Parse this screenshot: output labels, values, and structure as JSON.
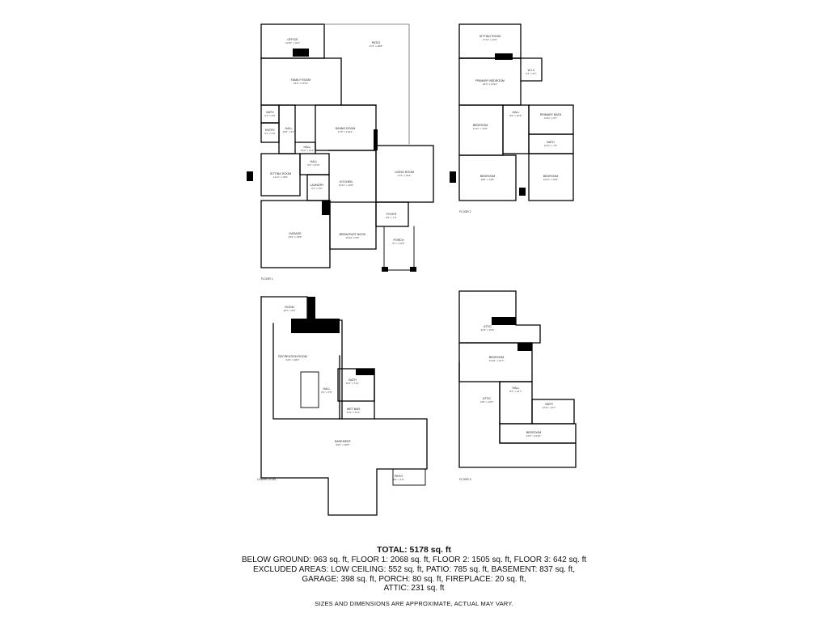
{
  "floors": {
    "floor1": {
      "label": "FLOOR 1",
      "rooms": [
        {
          "id": "office",
          "name": "OFFICE",
          "dims": "11'10\" x 10'1\""
        },
        {
          "id": "patio",
          "name": "PATIO",
          "dims": "27'2\" x 38'8\""
        },
        {
          "id": "family",
          "name": "FAMILY ROOM",
          "dims": "24'3\" x 13'11\""
        },
        {
          "id": "bath1",
          "name": "BATH",
          "dims": "6'1\" x 5'6\""
        },
        {
          "id": "entry",
          "name": "ENTRY",
          "dims": "5'1\" x 5'3\""
        },
        {
          "id": "hall1a",
          "name": "HALL",
          "dims": "10'6\" x 3'7\""
        },
        {
          "id": "dining",
          "name": "DINING ROOM",
          "dims": "17'6\" x 13'11\""
        },
        {
          "id": "hall1b",
          "name": "HALL",
          "dims": "3'10\" x 2'11\""
        },
        {
          "id": "hall1c",
          "name": "HALL",
          "dims": "6'3\" x 6'10\""
        },
        {
          "id": "sitting1",
          "name": "SITTING ROOM",
          "dims": "11'11\" x 16'6\""
        },
        {
          "id": "laundry",
          "name": "LAUNDRY",
          "dims": "6'1\" x 9'2\""
        },
        {
          "id": "kitchen",
          "name": "KITCHEN",
          "dims": "14'11\" x 18'6\""
        },
        {
          "id": "living",
          "name": "LIVING ROOM",
          "dims": "17'4\" x 16'4\""
        },
        {
          "id": "foyer",
          "name": "FOYER",
          "dims": "8'4\" x 7'3\""
        },
        {
          "id": "garage",
          "name": "GARAGE",
          "dims": "24'2\" x 19'8\""
        },
        {
          "id": "breakfast",
          "name": "BREAKFAST NOOK",
          "dims": "15'10\" x 9'6\""
        },
        {
          "id": "porch",
          "name": "PORCH",
          "dims": "9'7\" x 10'0\""
        }
      ]
    },
    "floor2": {
      "label": "FLOOR 2",
      "rooms": [
        {
          "id": "sitting2",
          "name": "SITTING ROOM",
          "dims": "17'11\" x 10'2\""
        },
        {
          "id": "wic",
          "name": "W.I.C",
          "dims": "5'4\" x 8'7\""
        },
        {
          "id": "primary",
          "name": "PRIMARY BEDROOM",
          "dims": "24'3\" x 13'11\""
        },
        {
          "id": "bed2a",
          "name": "BEDROOM",
          "dims": "11'11\" x 14'6\""
        },
        {
          "id": "hall2",
          "name": "HALL",
          "dims": "8'6\" x 10'5\""
        },
        {
          "id": "pbath",
          "name": "PRIMARY BATH",
          "dims": "12'11\" x 8'7\""
        },
        {
          "id": "bath2",
          "name": "BATH",
          "dims": "12'11\" x 7'6\""
        },
        {
          "id": "bed2b",
          "name": "BEDROOM",
          "dims": "16'6\" x 13'8\""
        },
        {
          "id": "bed2c",
          "name": "BEDROOM",
          "dims": "12'11\" x 12'8\""
        }
      ]
    },
    "lower": {
      "label": "LOWER LEVEL",
      "rooms": [
        {
          "id": "room",
          "name": "ROOM",
          "dims": "18'7\" x 8'0\""
        },
        {
          "id": "rec",
          "name": "RECREATION ROOM",
          "dims": "24'3\" x 28'4\""
        },
        {
          "id": "bathL",
          "name": "BATH",
          "dims": "8'11\" x 7'11\""
        },
        {
          "id": "hallL",
          "name": "HALL",
          "dims": "6'1\" x 3'8\""
        },
        {
          "id": "wetbar",
          "name": "WET BAR",
          "dims": "11'4\" x 5'11\""
        },
        {
          "id": "basement",
          "name": "BASEMENT",
          "dims": "50'0\" x 28'8\""
        },
        {
          "id": "patioL",
          "name": "PATIO",
          "dims": "8'6\" x 4'9\""
        }
      ]
    },
    "floor3": {
      "label": "FLOOR 3",
      "rooms": [
        {
          "id": "attic1",
          "name": "ATTIC",
          "dims": "24'3\" x 15'9\""
        },
        {
          "id": "bed3a",
          "name": "BEDROOM",
          "dims": "21'10\" x 12'7\""
        },
        {
          "id": "hall3",
          "name": "HALL",
          "dims": "8'4\" x 12'7\""
        },
        {
          "id": "attic2",
          "name": "ATTIC",
          "dims": "13'0\" x 24'0\""
        },
        {
          "id": "bath3",
          "name": "BATH",
          "dims": "12'11\" x 8'7\""
        },
        {
          "id": "bed3b",
          "name": "BEDROOM",
          "dims": "21'8\" x 12'10\""
        }
      ]
    }
  },
  "summary": {
    "total": "TOTAL: 5178 sq. ft",
    "line1": "BELOW GROUND: 963 sq. ft, FLOOR 1: 2068 sq. ft, FLOOR 2: 1505 sq. ft, FLOOR 3: 642 sq. ft",
    "line2": "EXCLUDED AREAS: LOW CEILING: 552 sq. ft, PATIO: 785 sq. ft, BASEMENT: 837 sq. ft,",
    "line3": "GARAGE: 398 sq. ft, PORCH: 80 sq. ft, FIREPLACE: 20 sq. ft,",
    "line4": "ATTIC: 231 sq. ft",
    "disclaimer": "SIZES AND DIMENSIONS ARE APPROXIMATE, ACTUAL MAY VARY."
  },
  "colors": {
    "wall": "#000000",
    "window": "#9a9a9a",
    "background": "#ffffff"
  }
}
